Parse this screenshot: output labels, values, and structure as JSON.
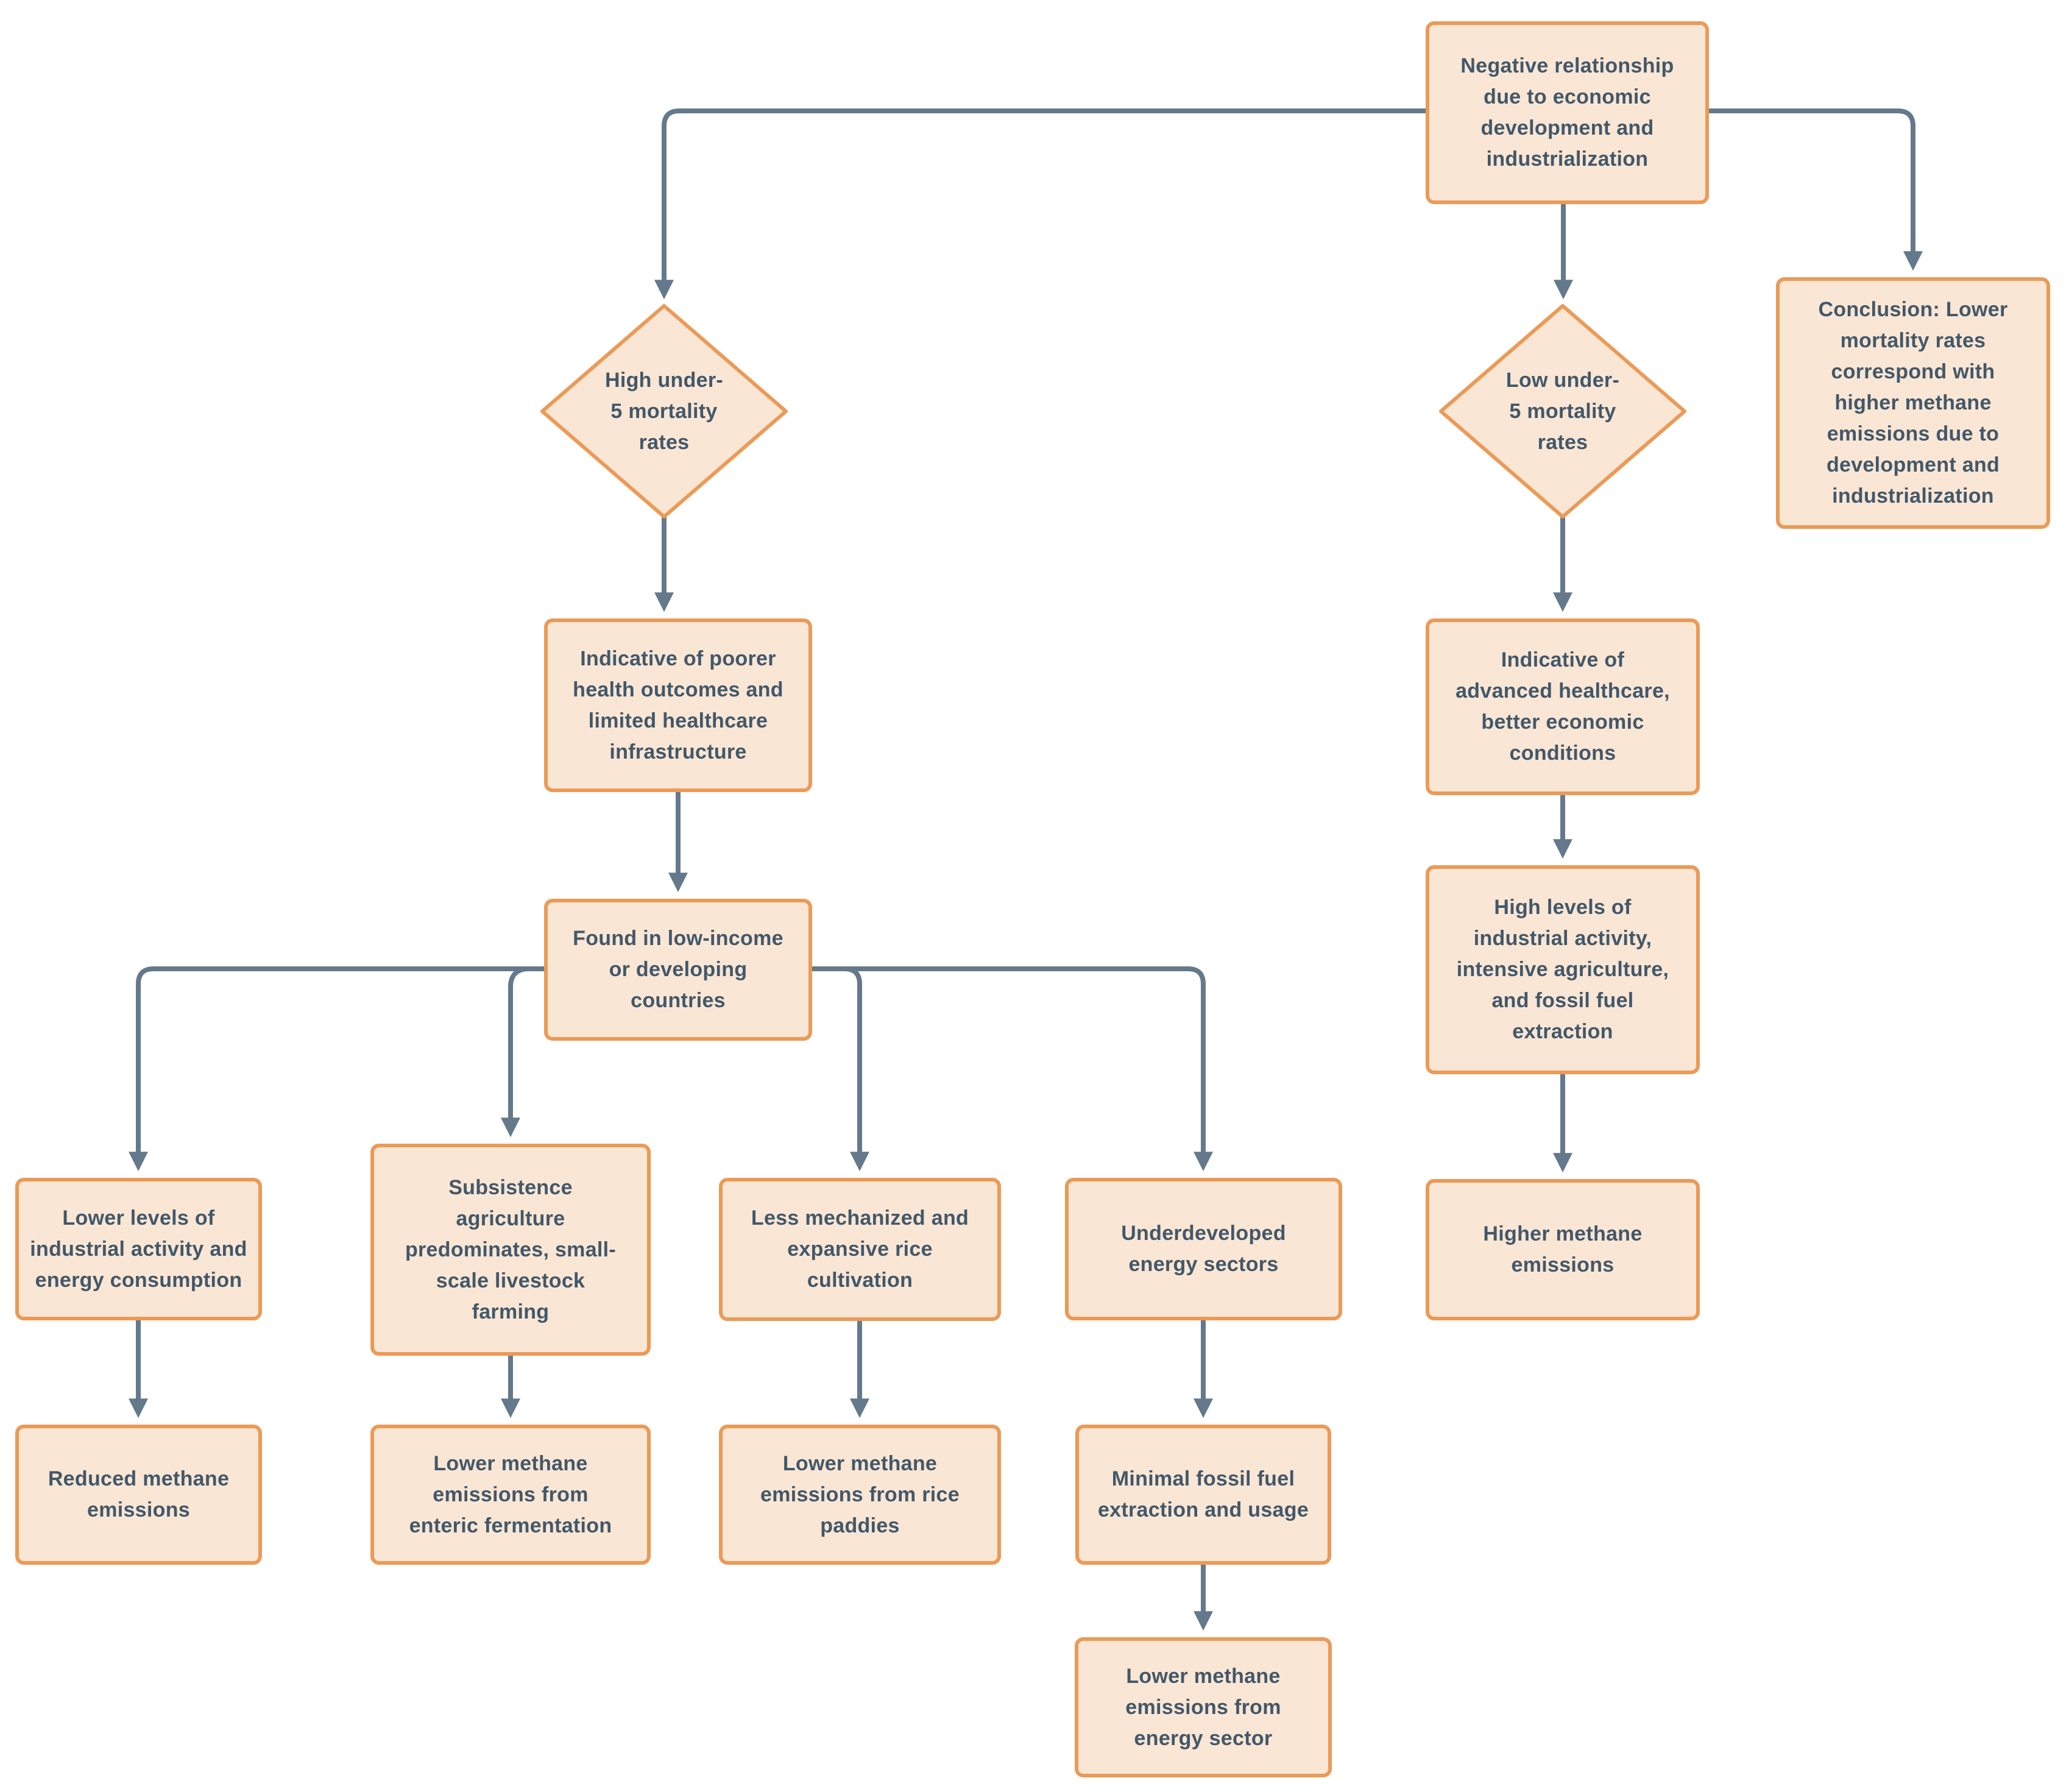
{
  "diagram": {
    "background": "#ffffff",
    "colors": {
      "node_fill": "#fae6d4",
      "node_border": "#eb9a57",
      "node_text": "#42586a",
      "connector": "#64798b"
    },
    "nodes": [
      {
        "id": "top",
        "type": "rect",
        "label": "Negative relationship\ndue to economic\ndevelopment and\nindustrialization"
      },
      {
        "id": "d-high",
        "type": "diamond",
        "label": "High under-\n5 mortality\nrates"
      },
      {
        "id": "d-low",
        "type": "diamond",
        "label": "Low under-\n5 mortality\nrates"
      },
      {
        "id": "conclusion",
        "type": "rect",
        "label": "Conclusion: Lower\nmortality rates\ncorrespond with\nhigher methane\nemissions due to\ndevelopment and\nindustrialization"
      },
      {
        "id": "poor-health",
        "type": "rect",
        "label": "Indicative of poorer\nhealth outcomes and\nlimited healthcare\ninfrastructure"
      },
      {
        "id": "low-income",
        "type": "rect",
        "label": "Found in low-income\nor developing\ncountries"
      },
      {
        "id": "lower-industrial",
        "type": "rect",
        "label": "Lower levels of\nindustrial activity and\nenergy consumption"
      },
      {
        "id": "subsistence",
        "type": "rect",
        "label": "Subsistence\nagriculture\npredominates, small-\nscale livestock\nfarming"
      },
      {
        "id": "less-rice",
        "type": "rect",
        "label": "Less mechanized and\nexpansive rice\ncultivation"
      },
      {
        "id": "underdeveloped-energy",
        "type": "rect",
        "label": "Underdeveloped\nenergy sectors"
      },
      {
        "id": "reduced-methane",
        "type": "rect",
        "label": "Reduced methane\nemissions"
      },
      {
        "id": "lower-enteric",
        "type": "rect",
        "label": "Lower methane\nemissions from\nenteric fermentation"
      },
      {
        "id": "lower-rice-paddies",
        "type": "rect",
        "label": "Lower methane\nemissions from rice\npaddies"
      },
      {
        "id": "minimal-fossil",
        "type": "rect",
        "label": "Minimal fossil fuel\nextraction and usage"
      },
      {
        "id": "lower-energy-sector",
        "type": "rect",
        "label": "Lower methane\nemissions from\nenergy sector"
      },
      {
        "id": "adv-health",
        "type": "rect",
        "label": "Indicative of\nadvanced healthcare,\nbetter economic\nconditions"
      },
      {
        "id": "high-industrial",
        "type": "rect",
        "label": "High levels of\nindustrial activity,\nintensive agriculture,\nand fossil fuel\nextraction"
      },
      {
        "id": "higher-methane",
        "type": "rect",
        "label": "Higher methane\nemissions"
      }
    ],
    "edges": [
      {
        "from": "top",
        "to": "d-high"
      },
      {
        "from": "top",
        "to": "d-low"
      },
      {
        "from": "top",
        "to": "conclusion"
      },
      {
        "from": "d-high",
        "to": "poor-health"
      },
      {
        "from": "poor-health",
        "to": "low-income"
      },
      {
        "from": "low-income",
        "to": "lower-industrial"
      },
      {
        "from": "low-income",
        "to": "subsistence"
      },
      {
        "from": "low-income",
        "to": "less-rice"
      },
      {
        "from": "low-income",
        "to": "underdeveloped-energy"
      },
      {
        "from": "lower-industrial",
        "to": "reduced-methane"
      },
      {
        "from": "subsistence",
        "to": "lower-enteric"
      },
      {
        "from": "less-rice",
        "to": "lower-rice-paddies"
      },
      {
        "from": "underdeveloped-energy",
        "to": "minimal-fossil"
      },
      {
        "from": "minimal-fossil",
        "to": "lower-energy-sector"
      },
      {
        "from": "d-low",
        "to": "adv-health"
      },
      {
        "from": "adv-health",
        "to": "high-industrial"
      },
      {
        "from": "high-industrial",
        "to": "higher-methane"
      }
    ]
  }
}
